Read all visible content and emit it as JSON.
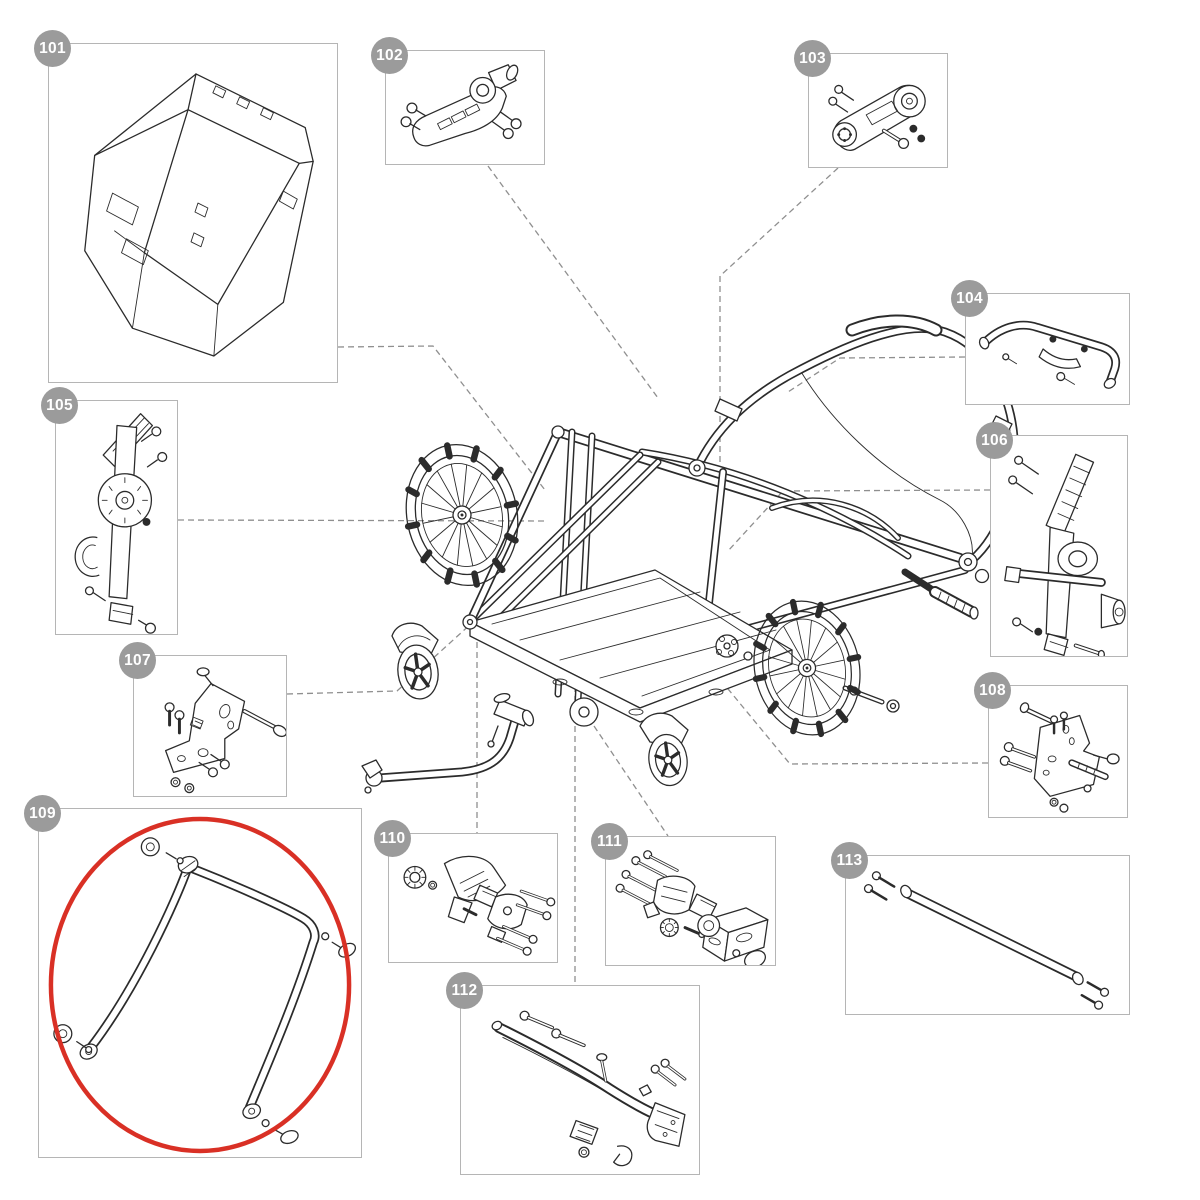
{
  "diagram_type": "exploded-parts-diagram",
  "callouts": {
    "labels": [
      "101",
      "102",
      "103",
      "104",
      "105",
      "106",
      "107",
      "108",
      "109",
      "110",
      "111",
      "112",
      "113"
    ],
    "highlighted": "109"
  },
  "colors": {
    "callout_bg": "#9b9b9b",
    "callout_text": "#ffffff",
    "box_border": "#b5b5b5",
    "art": "#2b2b2b",
    "leader": "#8f8f8f",
    "highlight": "#d93025"
  }
}
